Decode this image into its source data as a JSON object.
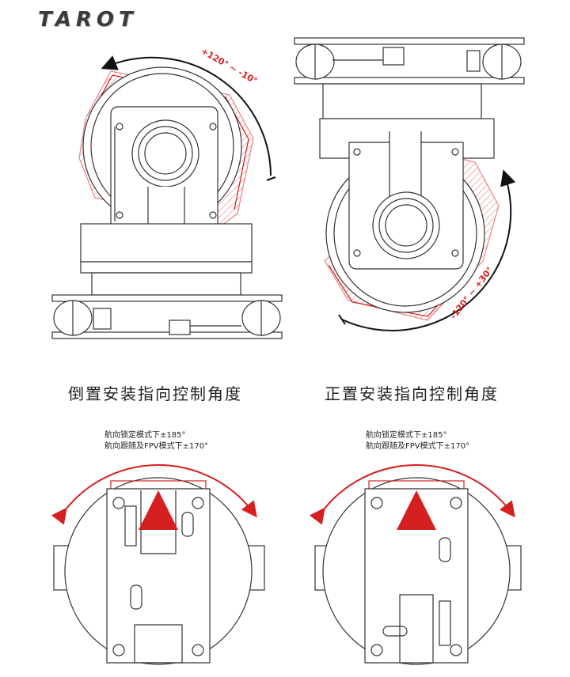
{
  "brand": {
    "logo": "TAROT"
  },
  "diagrams": {
    "inverted": {
      "caption": "倒置安装指向控制角度",
      "angle_range": "+120° ~ -10°"
    },
    "upright": {
      "caption": "正置安装指向控制角度",
      "angle_range": "-120° ~ +30°"
    }
  },
  "notes": {
    "left": {
      "line1": "航向锁定模式下±185°",
      "line2": "航向跟随及FPV模式下±170°"
    },
    "right": {
      "line1": "航向锁定模式下±185°",
      "line2": "航向跟随及FPV模式下±170°"
    }
  },
  "colors": {
    "accent": "#d42020",
    "line": "#333333",
    "arrow": "#111111"
  }
}
